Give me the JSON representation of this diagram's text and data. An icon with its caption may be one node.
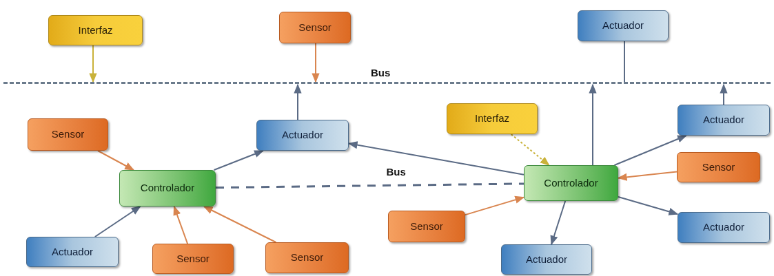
{
  "diagram": {
    "nodes": [
      {
        "text": [
          "Interfaz"
        ]
      },
      {
        "text": [
          "Sensor"
        ]
      },
      {
        "text": [
          "Actuador"
        ]
      },
      {
        "text": [],
        "shape": "bar"
      },
      {
        "text": [
          "Sensor"
        ]
      },
      {
        "text": [
          "Actuador"
        ]
      },
      {
        "text": [
          "Interfaz"
        ]
      },
      {
        "text": [
          "Actuador"
        ]
      },
      {
        "text": [
          "Controlador"
        ]
      },
      {
        "text": [
          "Sensor"
        ]
      },
      {
        "text": [
          "Controlador"
        ]
      },
      {
        "text": [
          "Sensor"
        ]
      },
      {
        "text": [
          "Actuador"
        ]
      },
      {
        "text": [
          "Actuador"
        ]
      },
      {
        "text": [
          "Sensor"
        ]
      },
      {
        "text": [
          "Sensor"
        ]
      },
      {
        "text": [
          "Actuador"
        ]
      }
    ],
    "edges": [
      {
        "from": 0,
        "to": 3,
        "arrow": "to",
        "color": "#c9b23a"
      },
      {
        "from": 1,
        "to": 3,
        "arrow": "to",
        "color": "#d9854f"
      },
      {
        "from": 5,
        "to": 3,
        "arrow": "to"
      },
      {
        "from": 2,
        "to": 3,
        "arrow": "none"
      },
      {
        "from": 10,
        "to": 3,
        "arrow": "to"
      },
      {
        "from": 7,
        "to": 3,
        "arrow": "to"
      },
      {
        "from": 4,
        "to": 8,
        "arrow": "to",
        "color": "#d9854f"
      },
      {
        "from": 8,
        "to": 5,
        "arrow": "to"
      },
      {
        "from": 10,
        "to": 5,
        "arrow": "to"
      },
      {
        "from": 12,
        "to": 8,
        "arrow": "to"
      },
      {
        "from": 14,
        "to": 8,
        "arrow": "to",
        "color": "#d9854f"
      },
      {
        "from": 15,
        "to": 8,
        "arrow": "to",
        "color": "#d9854f"
      },
      {
        "from": 8,
        "to": 10,
        "arrow": "none",
        "style": "dashed",
        "label": "Bus"
      },
      {
        "from": 6,
        "to": 10,
        "arrow": "to",
        "style": "dashed",
        "color": "#c9b23a"
      },
      {
        "from": 10,
        "to": 7,
        "arrow": "to"
      },
      {
        "from": 9,
        "to": 10,
        "arrow": "to",
        "color": "#d9854f"
      },
      {
        "from": 11,
        "to": 10,
        "arrow": "to",
        "color": "#d9854f"
      },
      {
        "from": 10,
        "to": 16,
        "arrow": "to"
      },
      {
        "from": 10,
        "to": 13,
        "arrow": "to"
      }
    ],
    "labels": [
      "Bus"
    ]
  }
}
